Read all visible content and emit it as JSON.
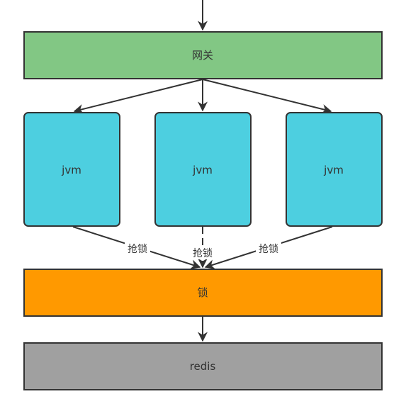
{
  "nodes": {
    "gateway": {
      "label": "网关",
      "color": "#82c784"
    },
    "jvm_left": {
      "label": "jvm",
      "color": "#4dcfe0"
    },
    "jvm_middle": {
      "label": "jvm",
      "color": "#4dcfe0"
    },
    "jvm_right": {
      "label": "jvm",
      "color": "#4dcfe0"
    },
    "lock": {
      "label": "锁",
      "color": "#ff9900"
    },
    "redis": {
      "label": "redis",
      "color": "#a0a0a0"
    }
  },
  "edges": {
    "left_to_lock": {
      "label": "抢锁"
    },
    "middle_to_lock": {
      "label": "抢锁"
    },
    "right_to_lock": {
      "label": "抢锁"
    }
  },
  "colors": {
    "stroke": "#333333",
    "text": "#333333"
  }
}
